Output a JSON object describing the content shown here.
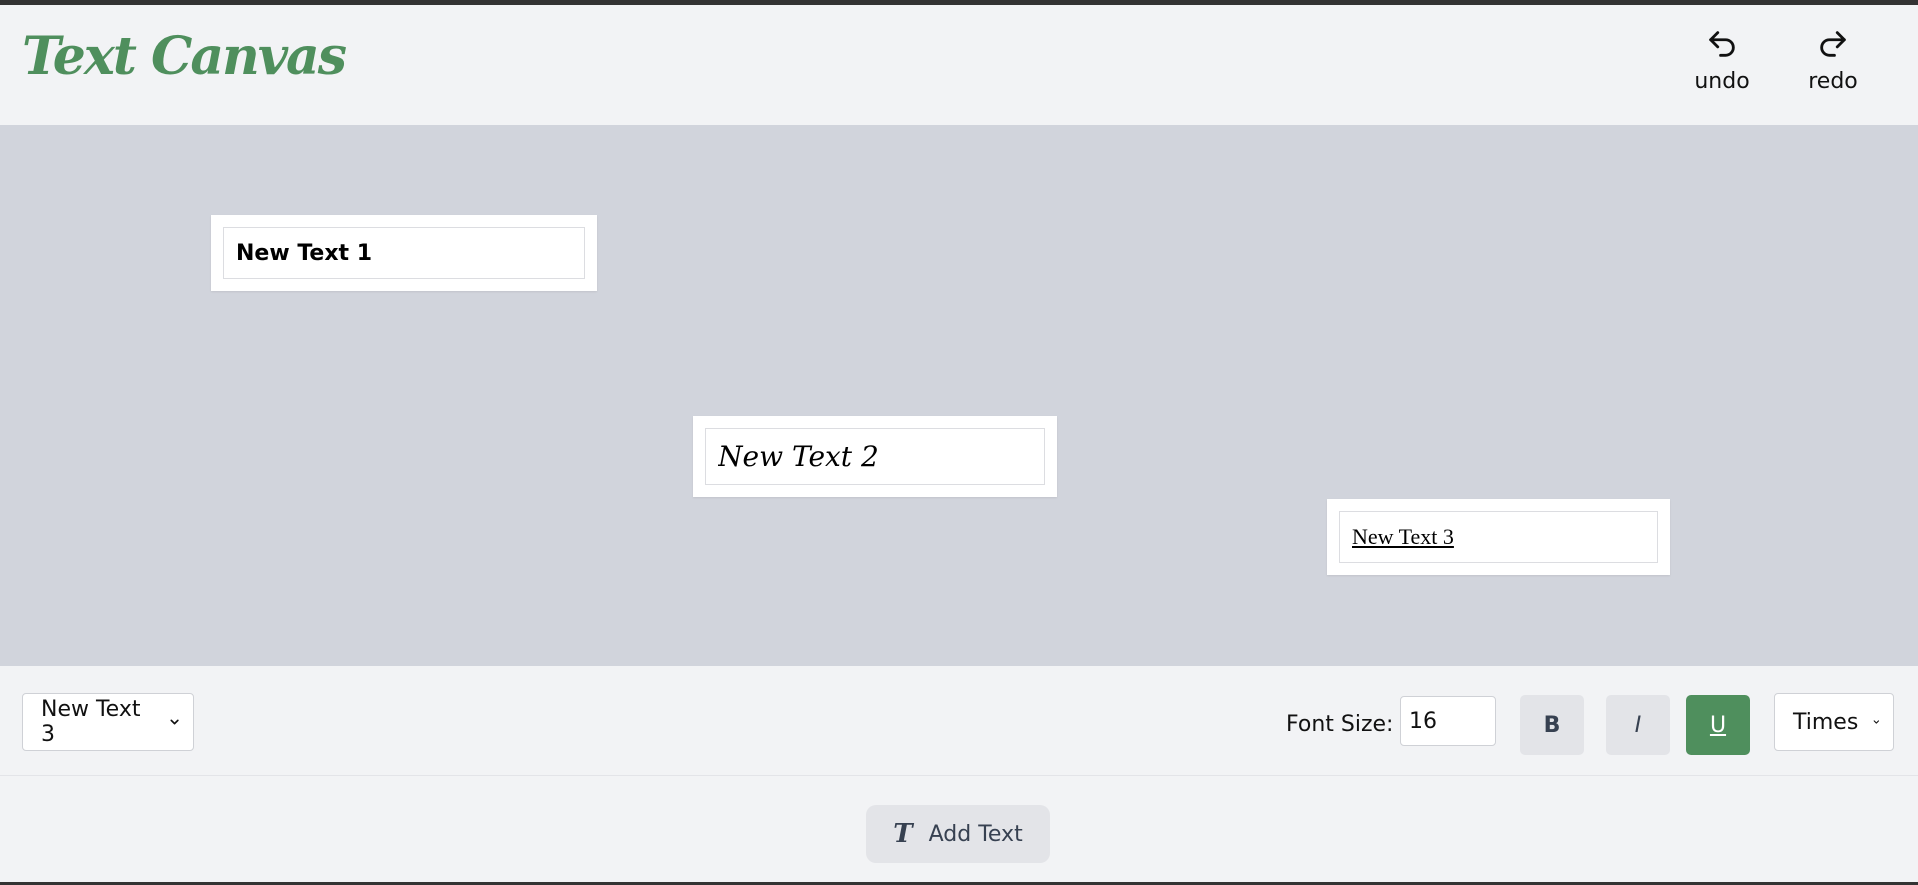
{
  "header": {
    "logo_text": "Text Canvas",
    "undo_label": "undo",
    "redo_label": "redo",
    "undo_icon": "undo-arrow-icon",
    "redo_icon": "redo-arrow-icon"
  },
  "canvas": {
    "items": [
      {
        "text": "New Text 1",
        "style": "bold"
      },
      {
        "text": "New Text 2",
        "style": "italic serif"
      },
      {
        "text": "New Text 3",
        "style": "underline times"
      }
    ]
  },
  "toolbar": {
    "selected_text": "New Text 3",
    "font_size_label": "Font Size:",
    "font_size_value": "16",
    "bold_label": "B",
    "italic_label": "I",
    "underline_label": "U",
    "underline_active": true,
    "font_family_selected": "Times"
  },
  "footer": {
    "add_text_label": "Add Text",
    "add_text_icon": "text-t-icon"
  },
  "colors": {
    "accent": "#4f8f5d",
    "canvas_bg": "#d1d4dc",
    "chrome_bg": "#f2f3f5"
  }
}
